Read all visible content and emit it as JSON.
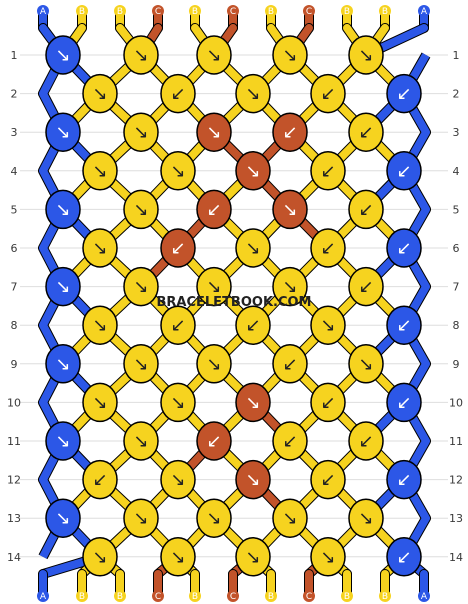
{
  "watermark": "BRACELETBOOK.COM",
  "colors": {
    "A": "#2c57e7",
    "B": "#f6d31f",
    "C": "#c2532a",
    "outline": "#000000",
    "gridline": "#dedede",
    "arrow": "#ffffff"
  },
  "top_threads": [
    "A",
    "B",
    "B",
    "C",
    "B",
    "C",
    "B",
    "C",
    "B",
    "B",
    "A"
  ],
  "bottom_threads": [
    "A",
    "B",
    "B",
    "C",
    "B",
    "C",
    "B",
    "C",
    "B",
    "B",
    "A"
  ],
  "row_numbers": [
    "1",
    "2",
    "3",
    "4",
    "5",
    "6",
    "7",
    "8",
    "9",
    "10",
    "11",
    "12",
    "13",
    "14"
  ],
  "knot_rows": [
    {
      "row": 1,
      "knots": [
        {
          "c": "A",
          "d": "↘"
        },
        {
          "c": "B",
          "d": "↘"
        },
        {
          "c": "B",
          "d": "↘"
        },
        {
          "c": "B",
          "d": "↘"
        },
        {
          "c": "B",
          "d": "↘"
        }
      ]
    },
    {
      "row": 2,
      "knots": [
        {
          "c": "B",
          "d": "↘"
        },
        {
          "c": "B",
          "d": "↙"
        },
        {
          "c": "B",
          "d": "↘"
        },
        {
          "c": "B",
          "d": "↙"
        },
        {
          "c": "A",
          "d": "↙"
        }
      ]
    },
    {
      "row": 3,
      "knots": [
        {
          "c": "A",
          "d": "↘"
        },
        {
          "c": "B",
          "d": "↘"
        },
        {
          "c": "C",
          "d": "↘"
        },
        {
          "c": "C",
          "d": "↙"
        },
        {
          "c": "B",
          "d": "↙"
        }
      ]
    },
    {
      "row": 4,
      "knots": [
        {
          "c": "B",
          "d": "↘"
        },
        {
          "c": "B",
          "d": "↘"
        },
        {
          "c": "C",
          "d": "↘"
        },
        {
          "c": "B",
          "d": "↙"
        },
        {
          "c": "A",
          "d": "↙"
        }
      ]
    },
    {
      "row": 5,
      "knots": [
        {
          "c": "A",
          "d": "↘"
        },
        {
          "c": "B",
          "d": "↘"
        },
        {
          "c": "C",
          "d": "↙"
        },
        {
          "c": "C",
          "d": "↘"
        },
        {
          "c": "B",
          "d": "↙"
        }
      ]
    },
    {
      "row": 6,
      "knots": [
        {
          "c": "B",
          "d": "↘"
        },
        {
          "c": "C",
          "d": "↙"
        },
        {
          "c": "B",
          "d": "↘"
        },
        {
          "c": "B",
          "d": "↙"
        },
        {
          "c": "A",
          "d": "↙"
        }
      ]
    },
    {
      "row": 7,
      "knots": [
        {
          "c": "A",
          "d": "↘"
        },
        {
          "c": "B",
          "d": "↘"
        },
        {
          "c": "B",
          "d": "↘"
        },
        {
          "c": "B",
          "d": "↘"
        },
        {
          "c": "B",
          "d": "↙"
        }
      ]
    },
    {
      "row": 8,
      "knots": [
        {
          "c": "B",
          "d": "↘"
        },
        {
          "c": "B",
          "d": "↙"
        },
        {
          "c": "B",
          "d": "↙"
        },
        {
          "c": "B",
          "d": "↘"
        },
        {
          "c": "A",
          "d": "↙"
        }
      ]
    },
    {
      "row": 9,
      "knots": [
        {
          "c": "A",
          "d": "↘"
        },
        {
          "c": "B",
          "d": "↘"
        },
        {
          "c": "B",
          "d": "↘"
        },
        {
          "c": "B",
          "d": "↙"
        },
        {
          "c": "B",
          "d": "↘"
        }
      ]
    },
    {
      "row": 10,
      "knots": [
        {
          "c": "B",
          "d": "↘"
        },
        {
          "c": "B",
          "d": "↘"
        },
        {
          "c": "C",
          "d": "↘"
        },
        {
          "c": "B",
          "d": "↙"
        },
        {
          "c": "A",
          "d": "↙"
        }
      ]
    },
    {
      "row": 11,
      "knots": [
        {
          "c": "A",
          "d": "↘"
        },
        {
          "c": "B",
          "d": "↘"
        },
        {
          "c": "C",
          "d": "↙"
        },
        {
          "c": "B",
          "d": "↙"
        },
        {
          "c": "B",
          "d": "↙"
        }
      ]
    },
    {
      "row": 12,
      "knots": [
        {
          "c": "B",
          "d": "↙"
        },
        {
          "c": "B",
          "d": "↘"
        },
        {
          "c": "C",
          "d": "↘"
        },
        {
          "c": "B",
          "d": "↙"
        },
        {
          "c": "A",
          "d": "↙"
        }
      ]
    },
    {
      "row": 13,
      "knots": [
        {
          "c": "A",
          "d": "↘"
        },
        {
          "c": "B",
          "d": "↘"
        },
        {
          "c": "B",
          "d": "↘"
        },
        {
          "c": "B",
          "d": "↘"
        },
        {
          "c": "B",
          "d": "↘"
        }
      ]
    },
    {
      "row": 14,
      "knots": [
        {
          "c": "B",
          "d": "↘"
        },
        {
          "c": "B",
          "d": "↘"
        },
        {
          "c": "B",
          "d": "↘"
        },
        {
          "c": "B",
          "d": "↘"
        },
        {
          "c": "A",
          "d": "↙"
        }
      ]
    }
  ]
}
